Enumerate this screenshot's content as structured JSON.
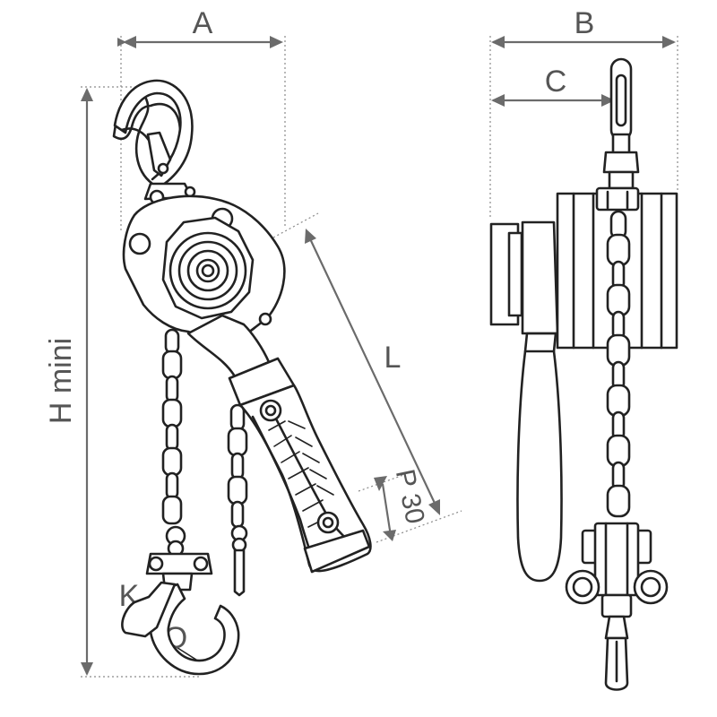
{
  "labels": {
    "A": "A",
    "B": "B",
    "C": "C",
    "L": "L",
    "H": "H mini",
    "P": "P 30",
    "K": "K",
    "O": "O"
  },
  "colors": {
    "line": "#222222",
    "dimension": "#6b6b6b",
    "background": "#ffffff"
  }
}
